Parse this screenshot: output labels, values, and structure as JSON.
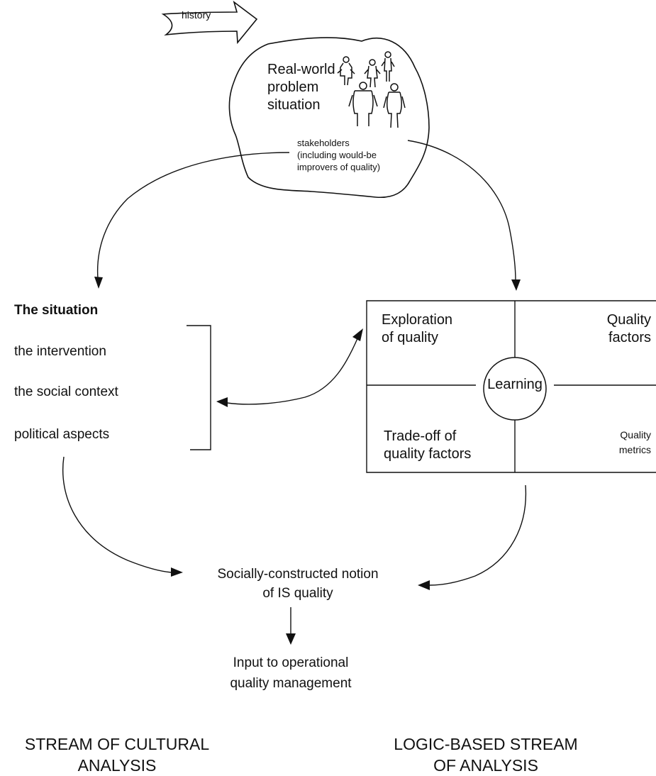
{
  "history_label": "history",
  "problem": {
    "title_lines": [
      "Real-world",
      "problem",
      "situation"
    ],
    "stakeholders_lines": [
      "stakeholders",
      "(including would-be",
      "improvers of quality)"
    ]
  },
  "situation": {
    "heading": "The situation",
    "items": [
      "the intervention",
      "the social context",
      "political aspects"
    ]
  },
  "grid": {
    "exploration_lines": [
      "Exploration",
      "of quality"
    ],
    "factors_lines": [
      "Quality",
      "factors"
    ],
    "tradeoff_lines": [
      "Trade-off of",
      "quality factors"
    ],
    "metrics_lines": [
      "Quality",
      "metrics"
    ],
    "center": "Learning"
  },
  "notion_lines": [
    "Socially-constructed notion",
    "of IS quality"
  ],
  "input_lines": [
    "Input to operational",
    "quality management"
  ],
  "cultural_stream_lines": [
    "STREAM OF CULTURAL",
    "ANALYSIS"
  ],
  "logic_stream_lines": [
    "LOGIC-BASED STREAM",
    "OF ANALYSIS"
  ]
}
